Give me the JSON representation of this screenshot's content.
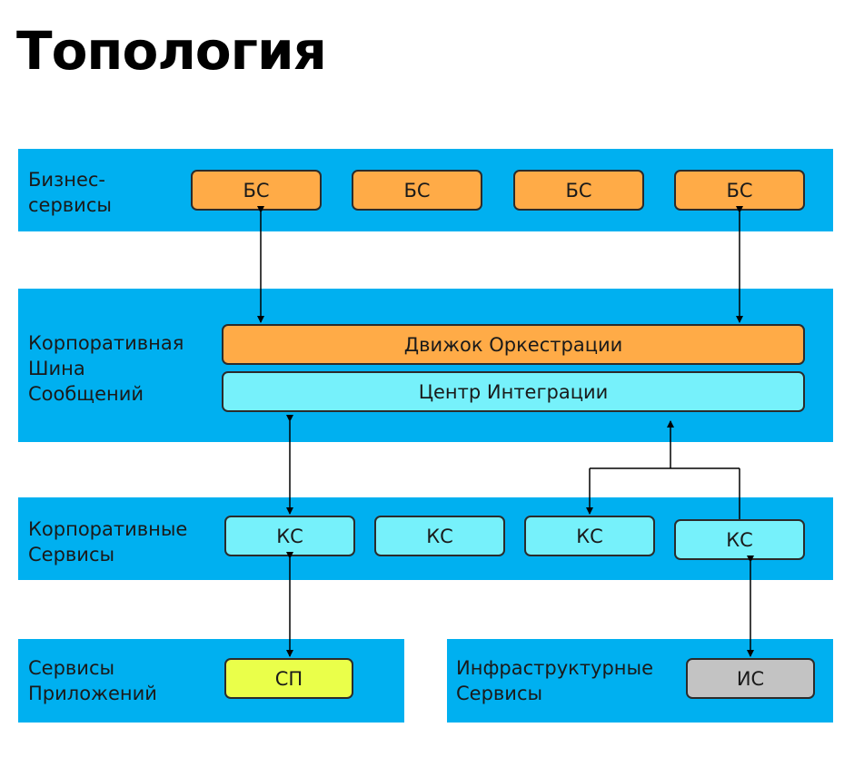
{
  "title": "Топология",
  "bands": {
    "business": {
      "label_line1": "Бизнес-",
      "label_line2": "сервисы"
    },
    "esb": {
      "label_line1": "Корпоративная",
      "label_line2": "Шина",
      "label_line3": "Сообщений"
    },
    "corporate": {
      "label_line1": "Корпоративные",
      "label_line2": "Сервисы"
    },
    "apps": {
      "label_line1": "Сервисы",
      "label_line2": "Приложений"
    },
    "infra": {
      "label_line1": "Инфраструктурные",
      "label_line2": "Сервисы"
    }
  },
  "business_services": [
    "БС",
    "БС",
    "БС",
    "БС"
  ],
  "orchestration_engine": "Движок Оркестрации",
  "integration_center": "Центр Интеграции",
  "corporate_services": [
    "КС",
    "КС",
    "КС",
    "КС"
  ],
  "app_service": "СП",
  "infra_service": "ИС",
  "colors": {
    "band": "#00b0f0",
    "business_service": "#ffab47",
    "corporate_service": "#76f1fb",
    "app_service": "#eaff4a",
    "infra_service": "#c3c3c3"
  }
}
